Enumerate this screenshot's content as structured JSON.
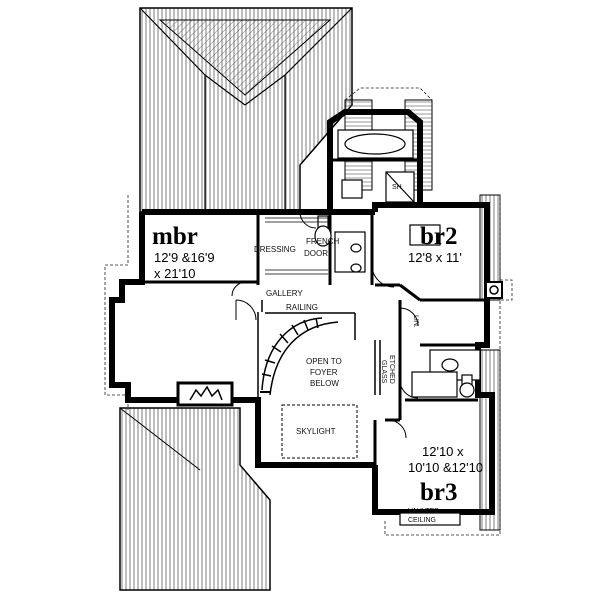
{
  "rooms": {
    "mbr": {
      "name": "mbr",
      "dim1": "12'9 &16'9",
      "dim2": "x 21'10"
    },
    "br2": {
      "name": "br2",
      "dim1": "12'8 x 11'"
    },
    "br3": {
      "name": "br3",
      "dim1": "12'10 x",
      "dim2": "10'10 &12'10"
    }
  },
  "labels": {
    "dressing": "DRESSING",
    "french1": "FRENCH",
    "french2": "DOOR",
    "gallery": "GALLERY",
    "railing": "RAILING",
    "open1": "OPEN TO",
    "open2": "FOYER",
    "open3": "BELOW",
    "skylight": "SKYLIGHT",
    "etched1": "ETCHED",
    "etched2": "GLASS",
    "lin": "LIN.",
    "sh": "SH",
    "vaulted1": "VAULTED",
    "vaulted2": "CEILING"
  }
}
